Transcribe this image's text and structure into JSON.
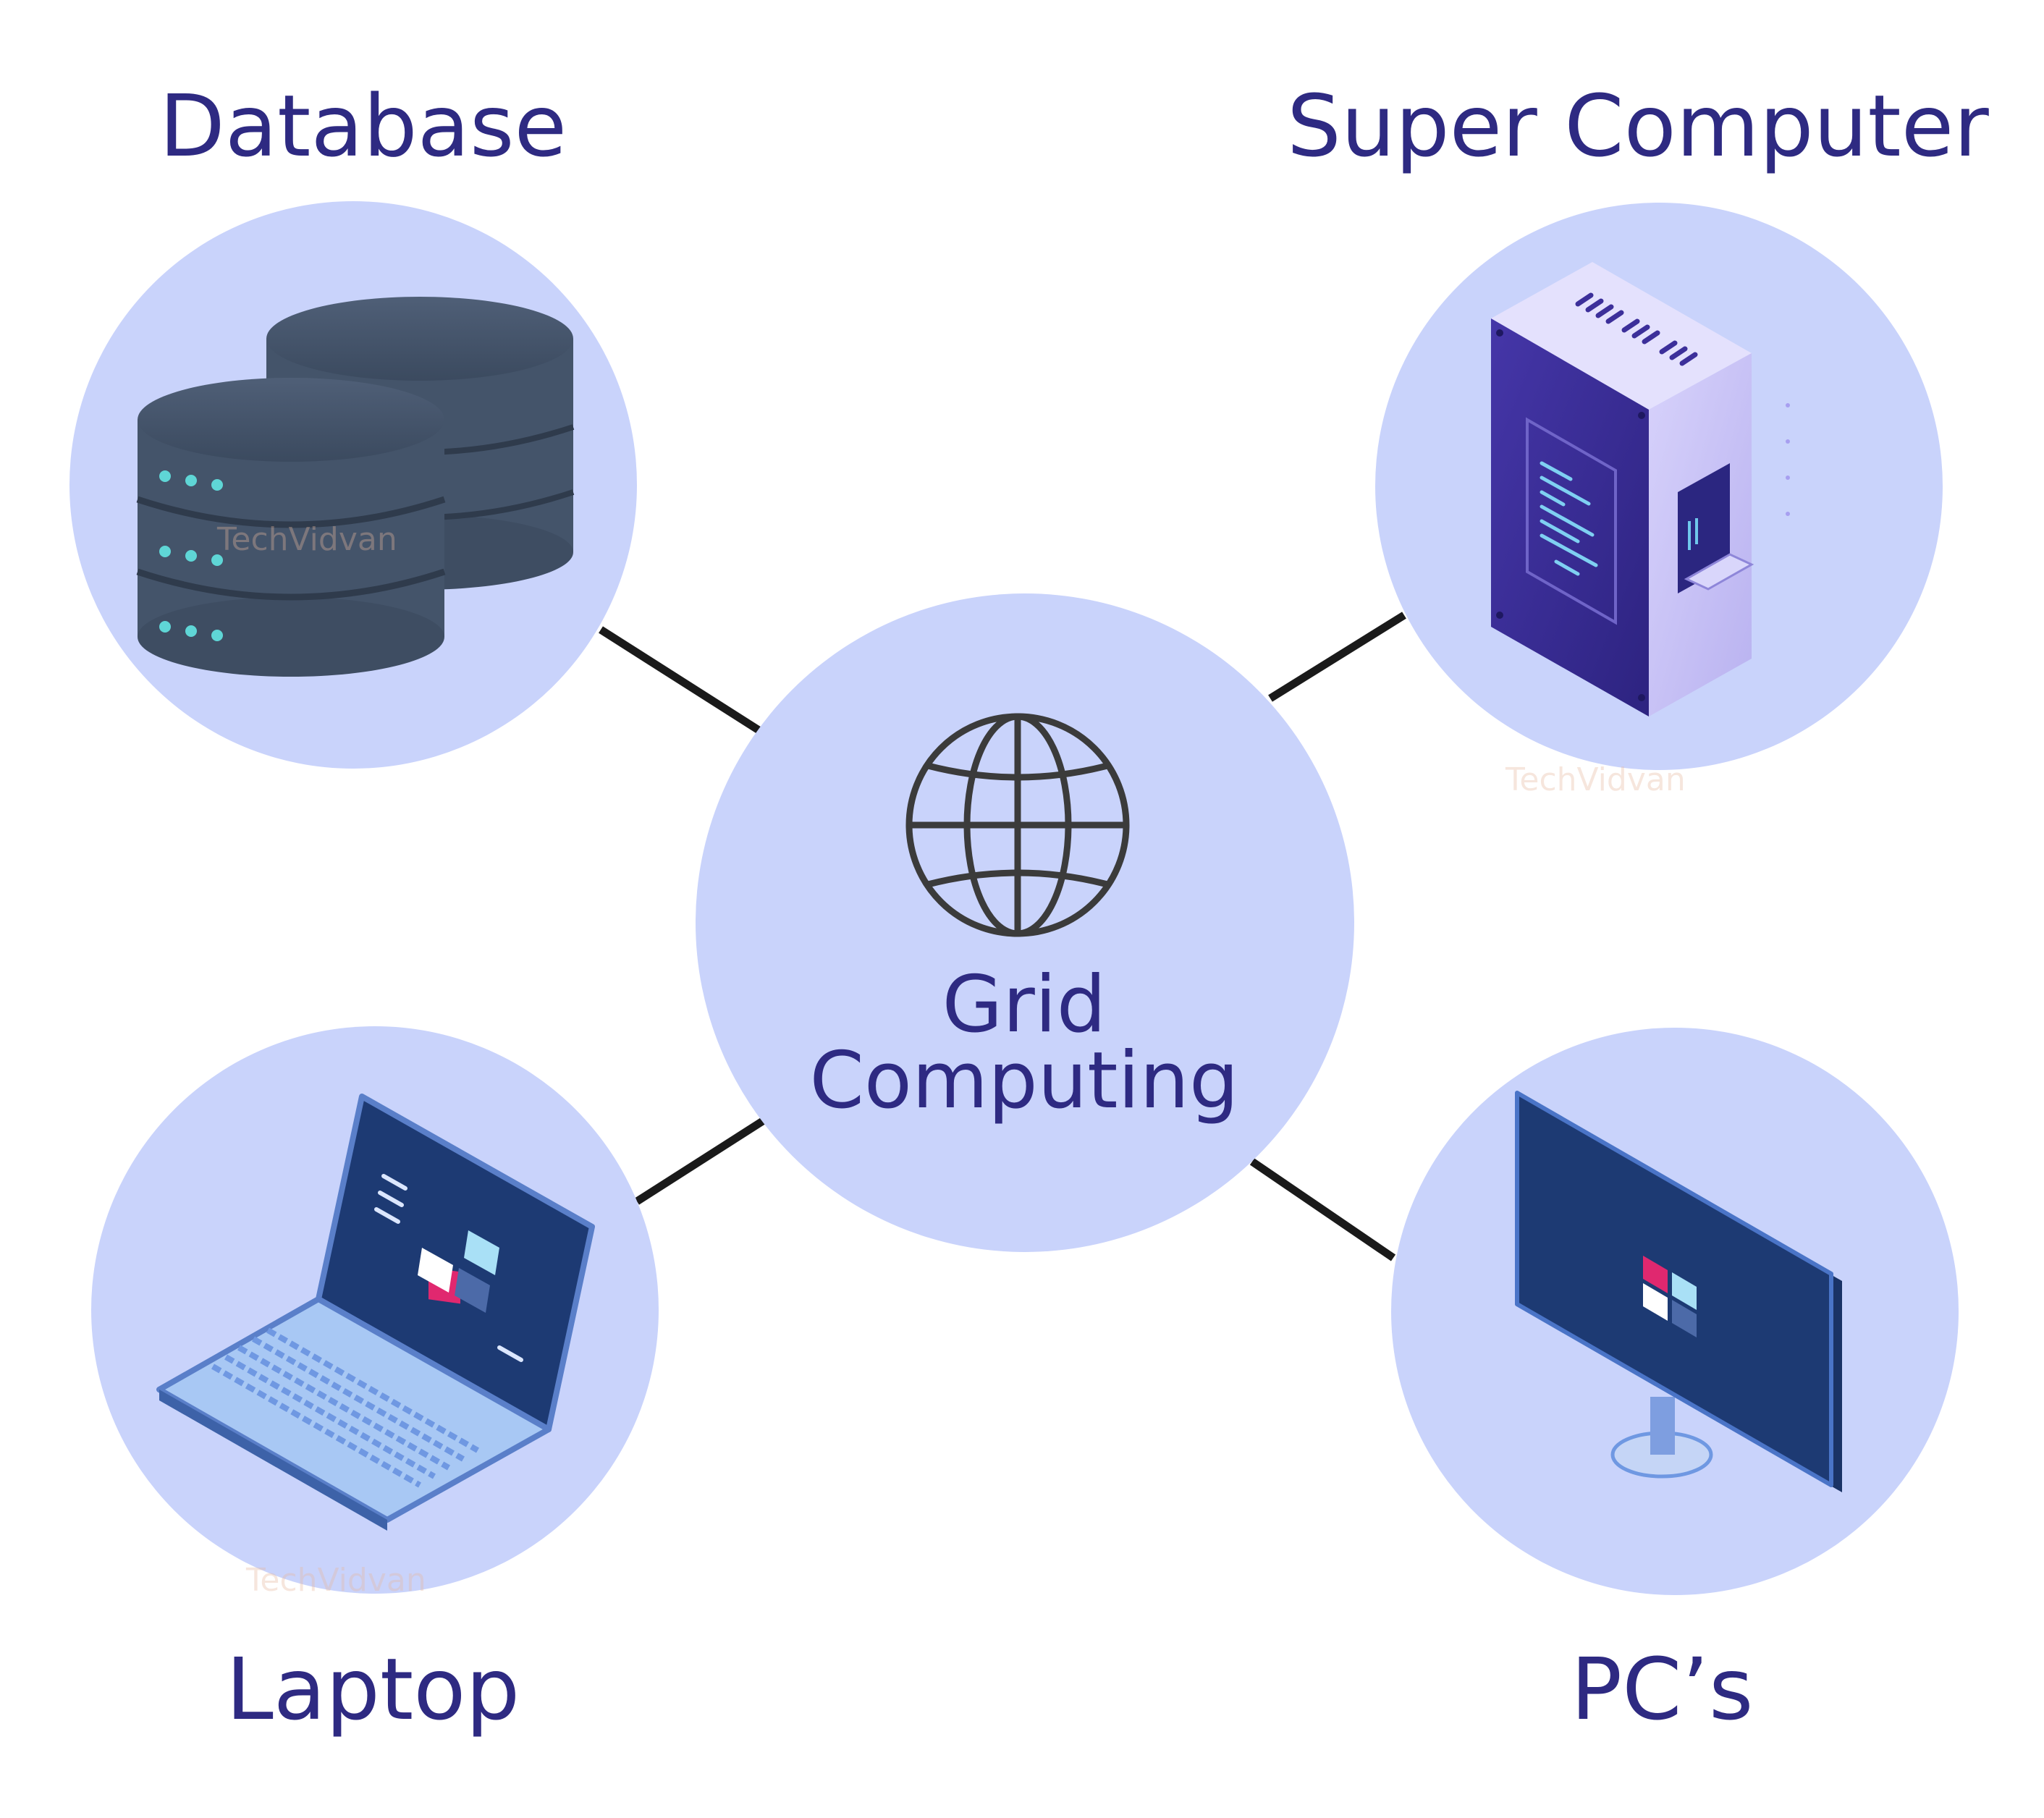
{
  "diagram": {
    "center": {
      "line1": "Grid",
      "line2": "Computing",
      "icon": "globe-icon"
    },
    "nodes": {
      "database": {
        "label": "Database",
        "icon": "database-icon"
      },
      "supercomputer": {
        "label": "Super Computer",
        "icon": "server-tower-icon"
      },
      "laptop": {
        "label": "Laptop",
        "icon": "laptop-icon"
      },
      "pcs": {
        "label": "PC’s",
        "icon": "desktop-monitor-icon"
      }
    },
    "watermark": "TechVidvan"
  },
  "colors": {
    "circle_fill": "#c9d3fb",
    "label_text": "#2e2a82",
    "connector": "#1a1a1a",
    "database_body": "#44546a",
    "database_dots": "#5fd6d6",
    "server_front": "#3c2f9a",
    "server_side": "#cdc8f6",
    "screen": "#1d3a73",
    "accent_pink": "#e0286f",
    "accent_lightblue": "#a9e0f6",
    "keyboard": "#8fb4ef"
  }
}
